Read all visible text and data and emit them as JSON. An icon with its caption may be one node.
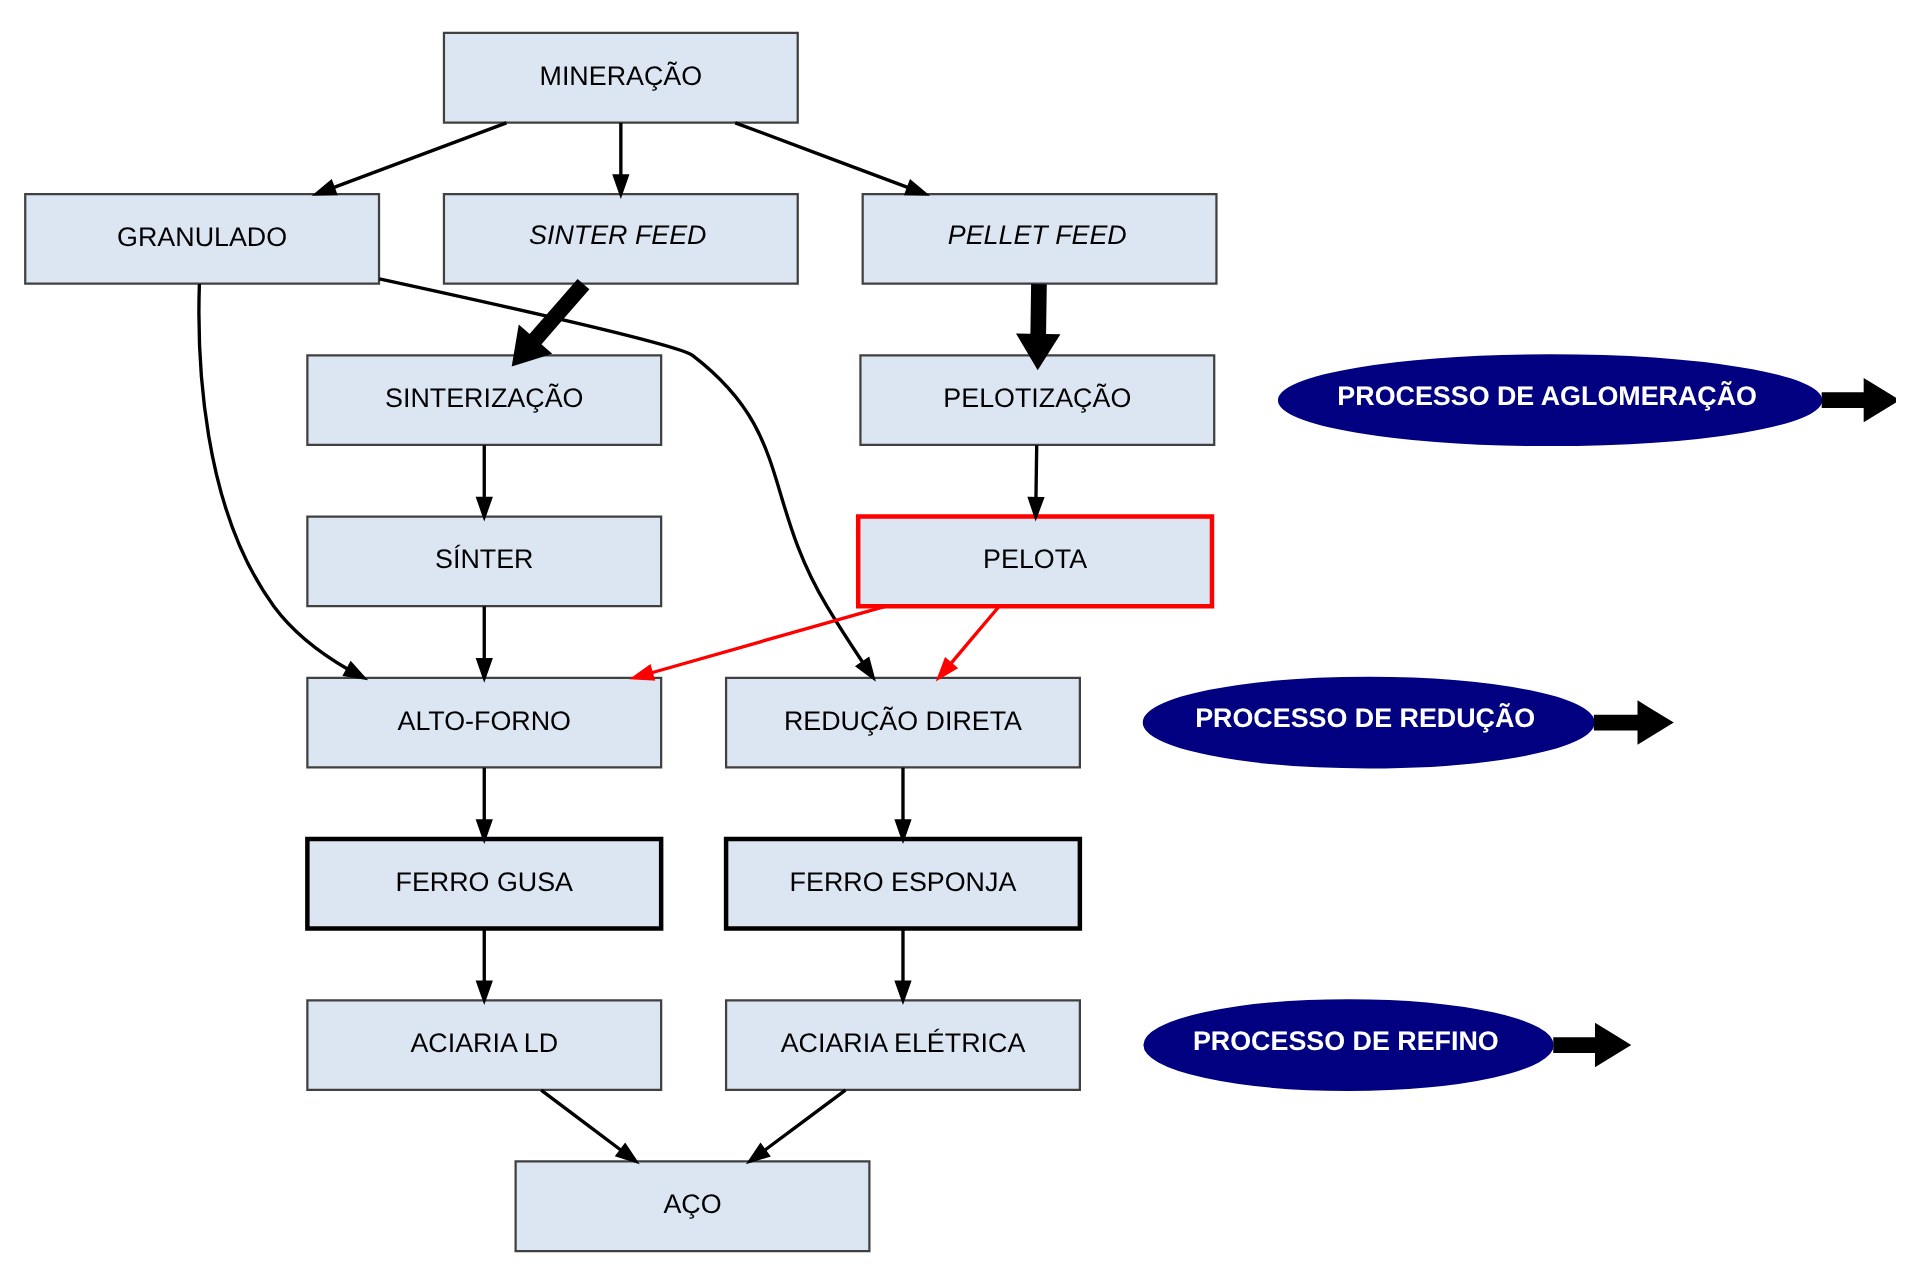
{
  "diagram": {
    "nodes": [
      {
        "text": [
          "MINERAÇÃO"
        ]
      },
      {
        "text": [
          "GRANULADO"
        ]
      },
      {
        "text": [
          "SINTER FEED"
        ]
      },
      {
        "text": [
          "PELLET FEED"
        ]
      },
      {
        "text": [
          "SINTERIZAÇÃO"
        ]
      },
      {
        "text": [
          "PELOTIZAÇÃO"
        ]
      },
      {
        "text": [
          "SÍNTER"
        ]
      },
      {
        "text": [
          "PELOTA"
        ]
      },
      {
        "text": [
          "ALTO-FORNO"
        ]
      },
      {
        "text": [
          "REDUÇÃO DIRETA"
        ]
      },
      {
        "text": [
          "FERRO GUSA"
        ]
      },
      {
        "text": [
          "FERRO ESPONJA"
        ]
      },
      {
        "text": [
          "ACIARIA LD"
        ]
      },
      {
        "text": [
          "ACIARIA ELÉTRICA"
        ]
      },
      {
        "text": [
          "AÇO"
        ]
      },
      {
        "text": [
          "PROCESSO DE AGLOMERAÇÃO"
        ]
      },
      {
        "text": [
          "PROCESSO DE REDUÇÃO"
        ]
      },
      {
        "text": [
          "PROCESSO DE REFINO"
        ]
      }
    ],
    "edges": [
      {
        "from": 0,
        "to": 1,
        "arrow": "to"
      },
      {
        "from": 0,
        "to": 2,
        "arrow": "to"
      },
      {
        "from": 0,
        "to": 3,
        "arrow": "to"
      },
      {
        "from": 2,
        "to": 4,
        "arrow": "to",
        "style": "thick"
      },
      {
        "from": 3,
        "to": 5,
        "arrow": "to",
        "style": "thick"
      },
      {
        "from": 4,
        "to": 6,
        "arrow": "to"
      },
      {
        "from": 5,
        "to": 7,
        "arrow": "to"
      },
      {
        "from": 1,
        "to": 8,
        "arrow": "to"
      },
      {
        "from": 1,
        "to": 9,
        "arrow": "to"
      },
      {
        "from": 6,
        "to": 8,
        "arrow": "to"
      },
      {
        "from": 7,
        "to": 8,
        "arrow": "to",
        "color": "#ff0000"
      },
      {
        "from": 7,
        "to": 9,
        "arrow": "to",
        "color": "#ff0000"
      },
      {
        "from": 8,
        "to": 10,
        "arrow": "to"
      },
      {
        "from": 9,
        "to": 11,
        "arrow": "to"
      },
      {
        "from": 10,
        "to": 12,
        "arrow": "to"
      },
      {
        "from": 11,
        "to": 13,
        "arrow": "to"
      },
      {
        "from": 12,
        "to": 14,
        "arrow": "to"
      },
      {
        "from": 13,
        "to": 14,
        "arrow": "to"
      },
      {
        "from": 15,
        "to": null,
        "arrow": "to",
        "style": "thick"
      },
      {
        "from": 16,
        "to": null,
        "arrow": "to",
        "style": "thick"
      },
      {
        "from": 17,
        "to": null,
        "arrow": "to",
        "style": "thick"
      }
    ]
  }
}
